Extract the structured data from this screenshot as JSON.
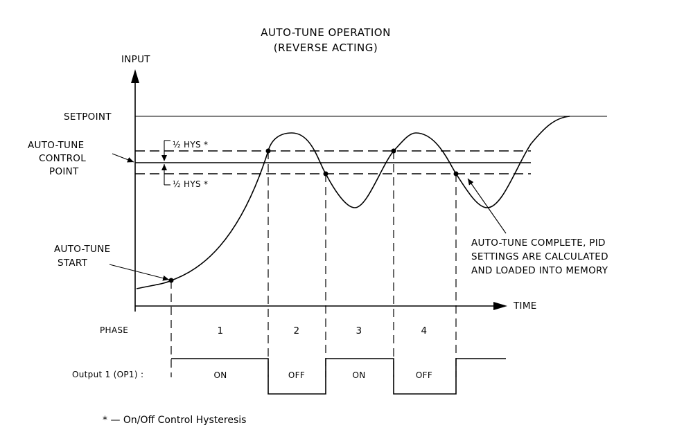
{
  "title": {
    "line1": "AUTO-TUNE OPERATION",
    "line2": "(REVERSE ACTING)"
  },
  "axes": {
    "y_label": "INPUT",
    "x_label": "TIME"
  },
  "levels": {
    "setpoint": "SETPOINT",
    "control_point_line1": "AUTO-TUNE",
    "control_point_line2": "CONTROL",
    "control_point_line3": "POINT",
    "half_hys_upper": "½ HYS *",
    "half_hys_lower": "½ HYS *"
  },
  "annotations": {
    "start_line1": "AUTO-TUNE",
    "start_line2": "START",
    "complete_line1": "AUTO-TUNE COMPLETE, PID",
    "complete_line2": "SETTINGS ARE CALCULATED",
    "complete_line3": "AND LOADED INTO MEMORY"
  },
  "phase_row": {
    "label": "PHASE",
    "phases": [
      "1",
      "2",
      "3",
      "4"
    ]
  },
  "output_row": {
    "label": "Output 1 (OP1) :",
    "states": [
      "ON",
      "OFF",
      "ON",
      "OFF"
    ]
  },
  "footnote": "* — On/Off Control Hysteresis"
}
